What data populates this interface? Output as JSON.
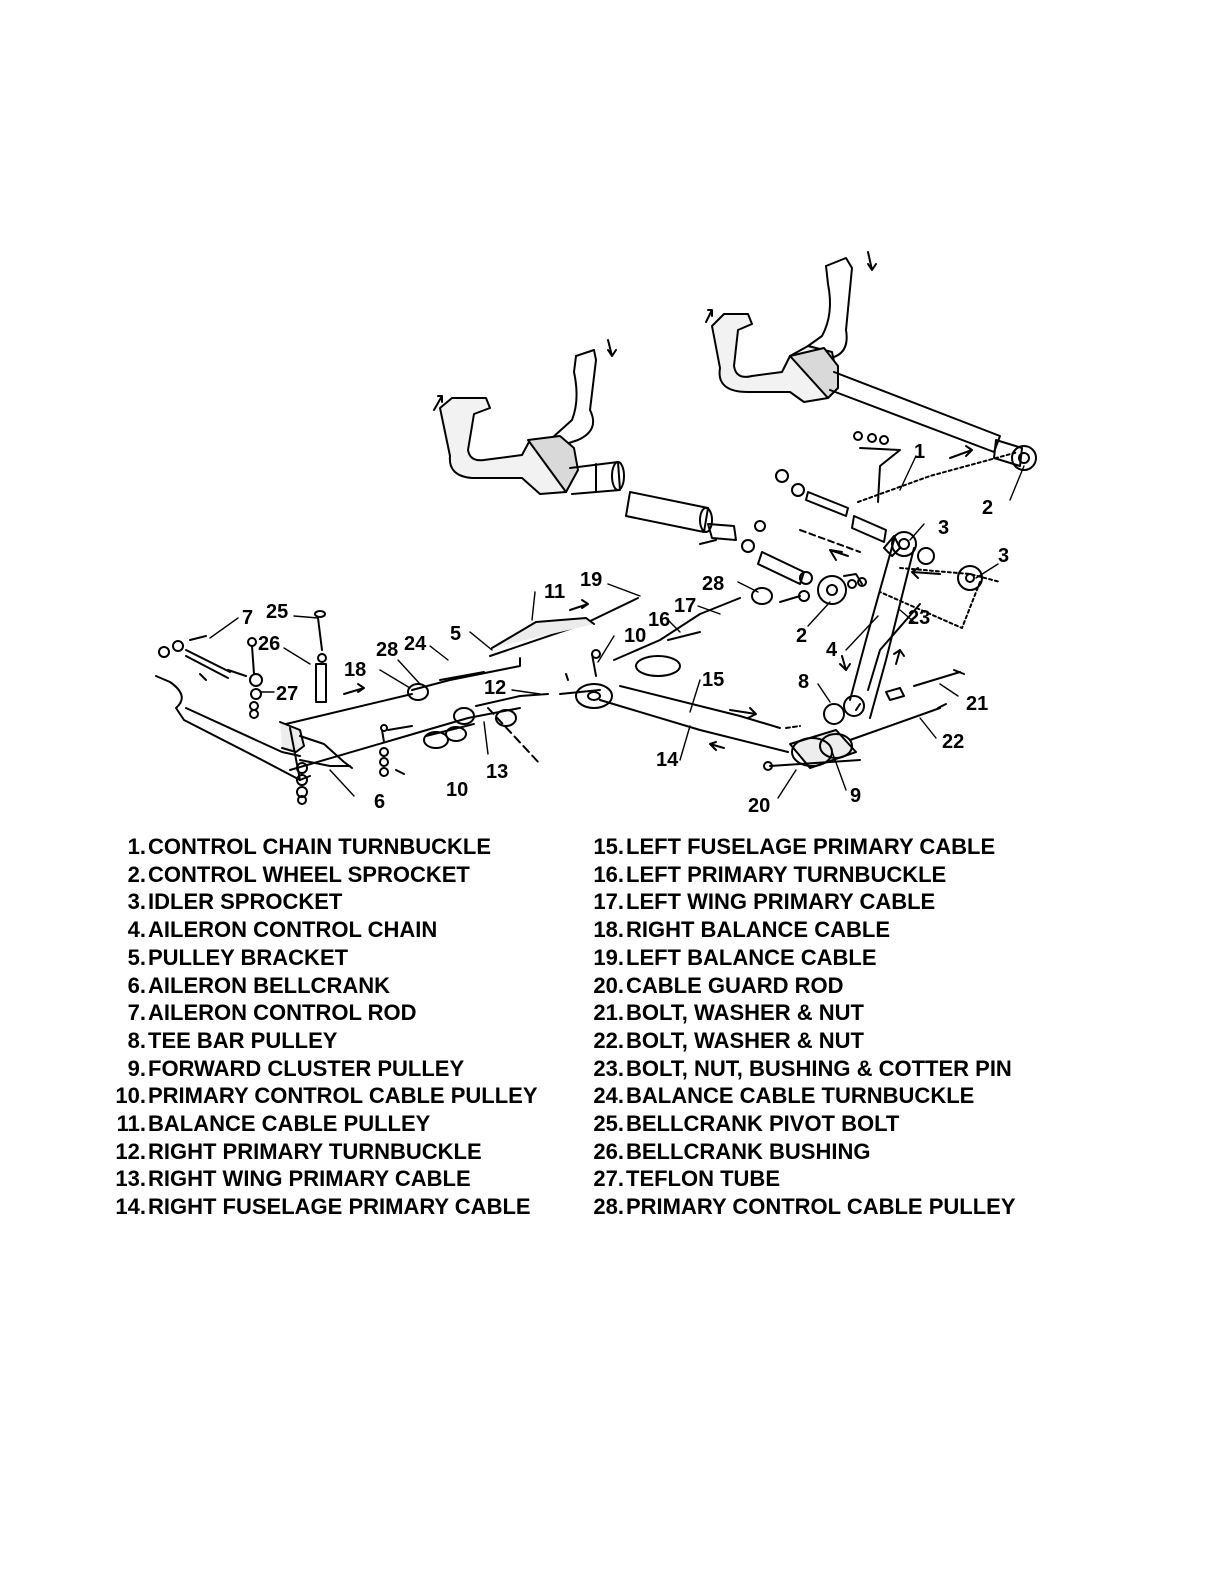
{
  "callouts": {
    "c1": "1",
    "c2a": "2",
    "c2b": "2",
    "c3a": "3",
    "c3b": "3",
    "c4": "4",
    "c5": "5",
    "c6": "6",
    "c7": "7",
    "c8": "8",
    "c9": "9",
    "c10a": "10",
    "c10b": "10",
    "c11": "11",
    "c12": "12",
    "c13": "13",
    "c14": "14",
    "c15": "15",
    "c16": "16",
    "c17": "17",
    "c18": "18",
    "c19": "19",
    "c20": "20",
    "c21": "21",
    "c22": "22",
    "c23": "23",
    "c24": "24",
    "c25": "25",
    "c26": "26",
    "c27": "27",
    "c28a": "28",
    "c28b": "28"
  },
  "legend": {
    "left": [
      {
        "num": "1.",
        "text": "CONTROL CHAIN TURNBUCKLE"
      },
      {
        "num": "2.",
        "text": "CONTROL WHEEL SPROCKET"
      },
      {
        "num": "3.",
        "text": "IDLER SPROCKET"
      },
      {
        "num": "4.",
        "text": "AILERON CONTROL CHAIN"
      },
      {
        "num": "5.",
        "text": "PULLEY BRACKET"
      },
      {
        "num": "6.",
        "text": "AILERON BELLCRANK"
      },
      {
        "num": "7.",
        "text": "AILERON CONTROL ROD"
      },
      {
        "num": "8.",
        "text": "TEE BAR PULLEY"
      },
      {
        "num": "9.",
        "text": "FORWARD CLUSTER PULLEY"
      },
      {
        "num": "10.",
        "text": "PRIMARY CONTROL CABLE PULLEY"
      },
      {
        "num": "11.",
        "text": "BALANCE CABLE PULLEY"
      },
      {
        "num": "12.",
        "text": "RIGHT PRIMARY TURNBUCKLE"
      },
      {
        "num": "13.",
        "text": "RIGHT WING PRIMARY CABLE"
      },
      {
        "num": "14.",
        "text": "RIGHT FUSELAGE PRIMARY CABLE"
      }
    ],
    "right": [
      {
        "num": "15.",
        "text": "LEFT FUSELAGE PRIMARY CABLE"
      },
      {
        "num": "16.",
        "text": "LEFT PRIMARY TURNBUCKLE"
      },
      {
        "num": "17.",
        "text": "LEFT WING PRIMARY CABLE"
      },
      {
        "num": "18.",
        "text": "RIGHT BALANCE CABLE"
      },
      {
        "num": "19.",
        "text": "LEFT BALANCE CABLE"
      },
      {
        "num": "20.",
        "text": "CABLE GUARD ROD"
      },
      {
        "num": "21.",
        "text": "BOLT, WASHER & NUT"
      },
      {
        "num": "22.",
        "text": "BOLT, WASHER & NUT"
      },
      {
        "num": "23.",
        "text": "BOLT, NUT, BUSHING & COTTER PIN"
      },
      {
        "num": "24.",
        "text": "BALANCE CABLE TURNBUCKLE"
      },
      {
        "num": "25.",
        "text": "BELLCRANK PIVOT BOLT"
      },
      {
        "num": "26.",
        "text": "BELLCRANK BUSHING"
      },
      {
        "num": "27.",
        "text": "TEFLON TUBE"
      },
      {
        "num": "28.",
        "text": "PRIMARY CONTROL CABLE PULLEY"
      }
    ]
  }
}
